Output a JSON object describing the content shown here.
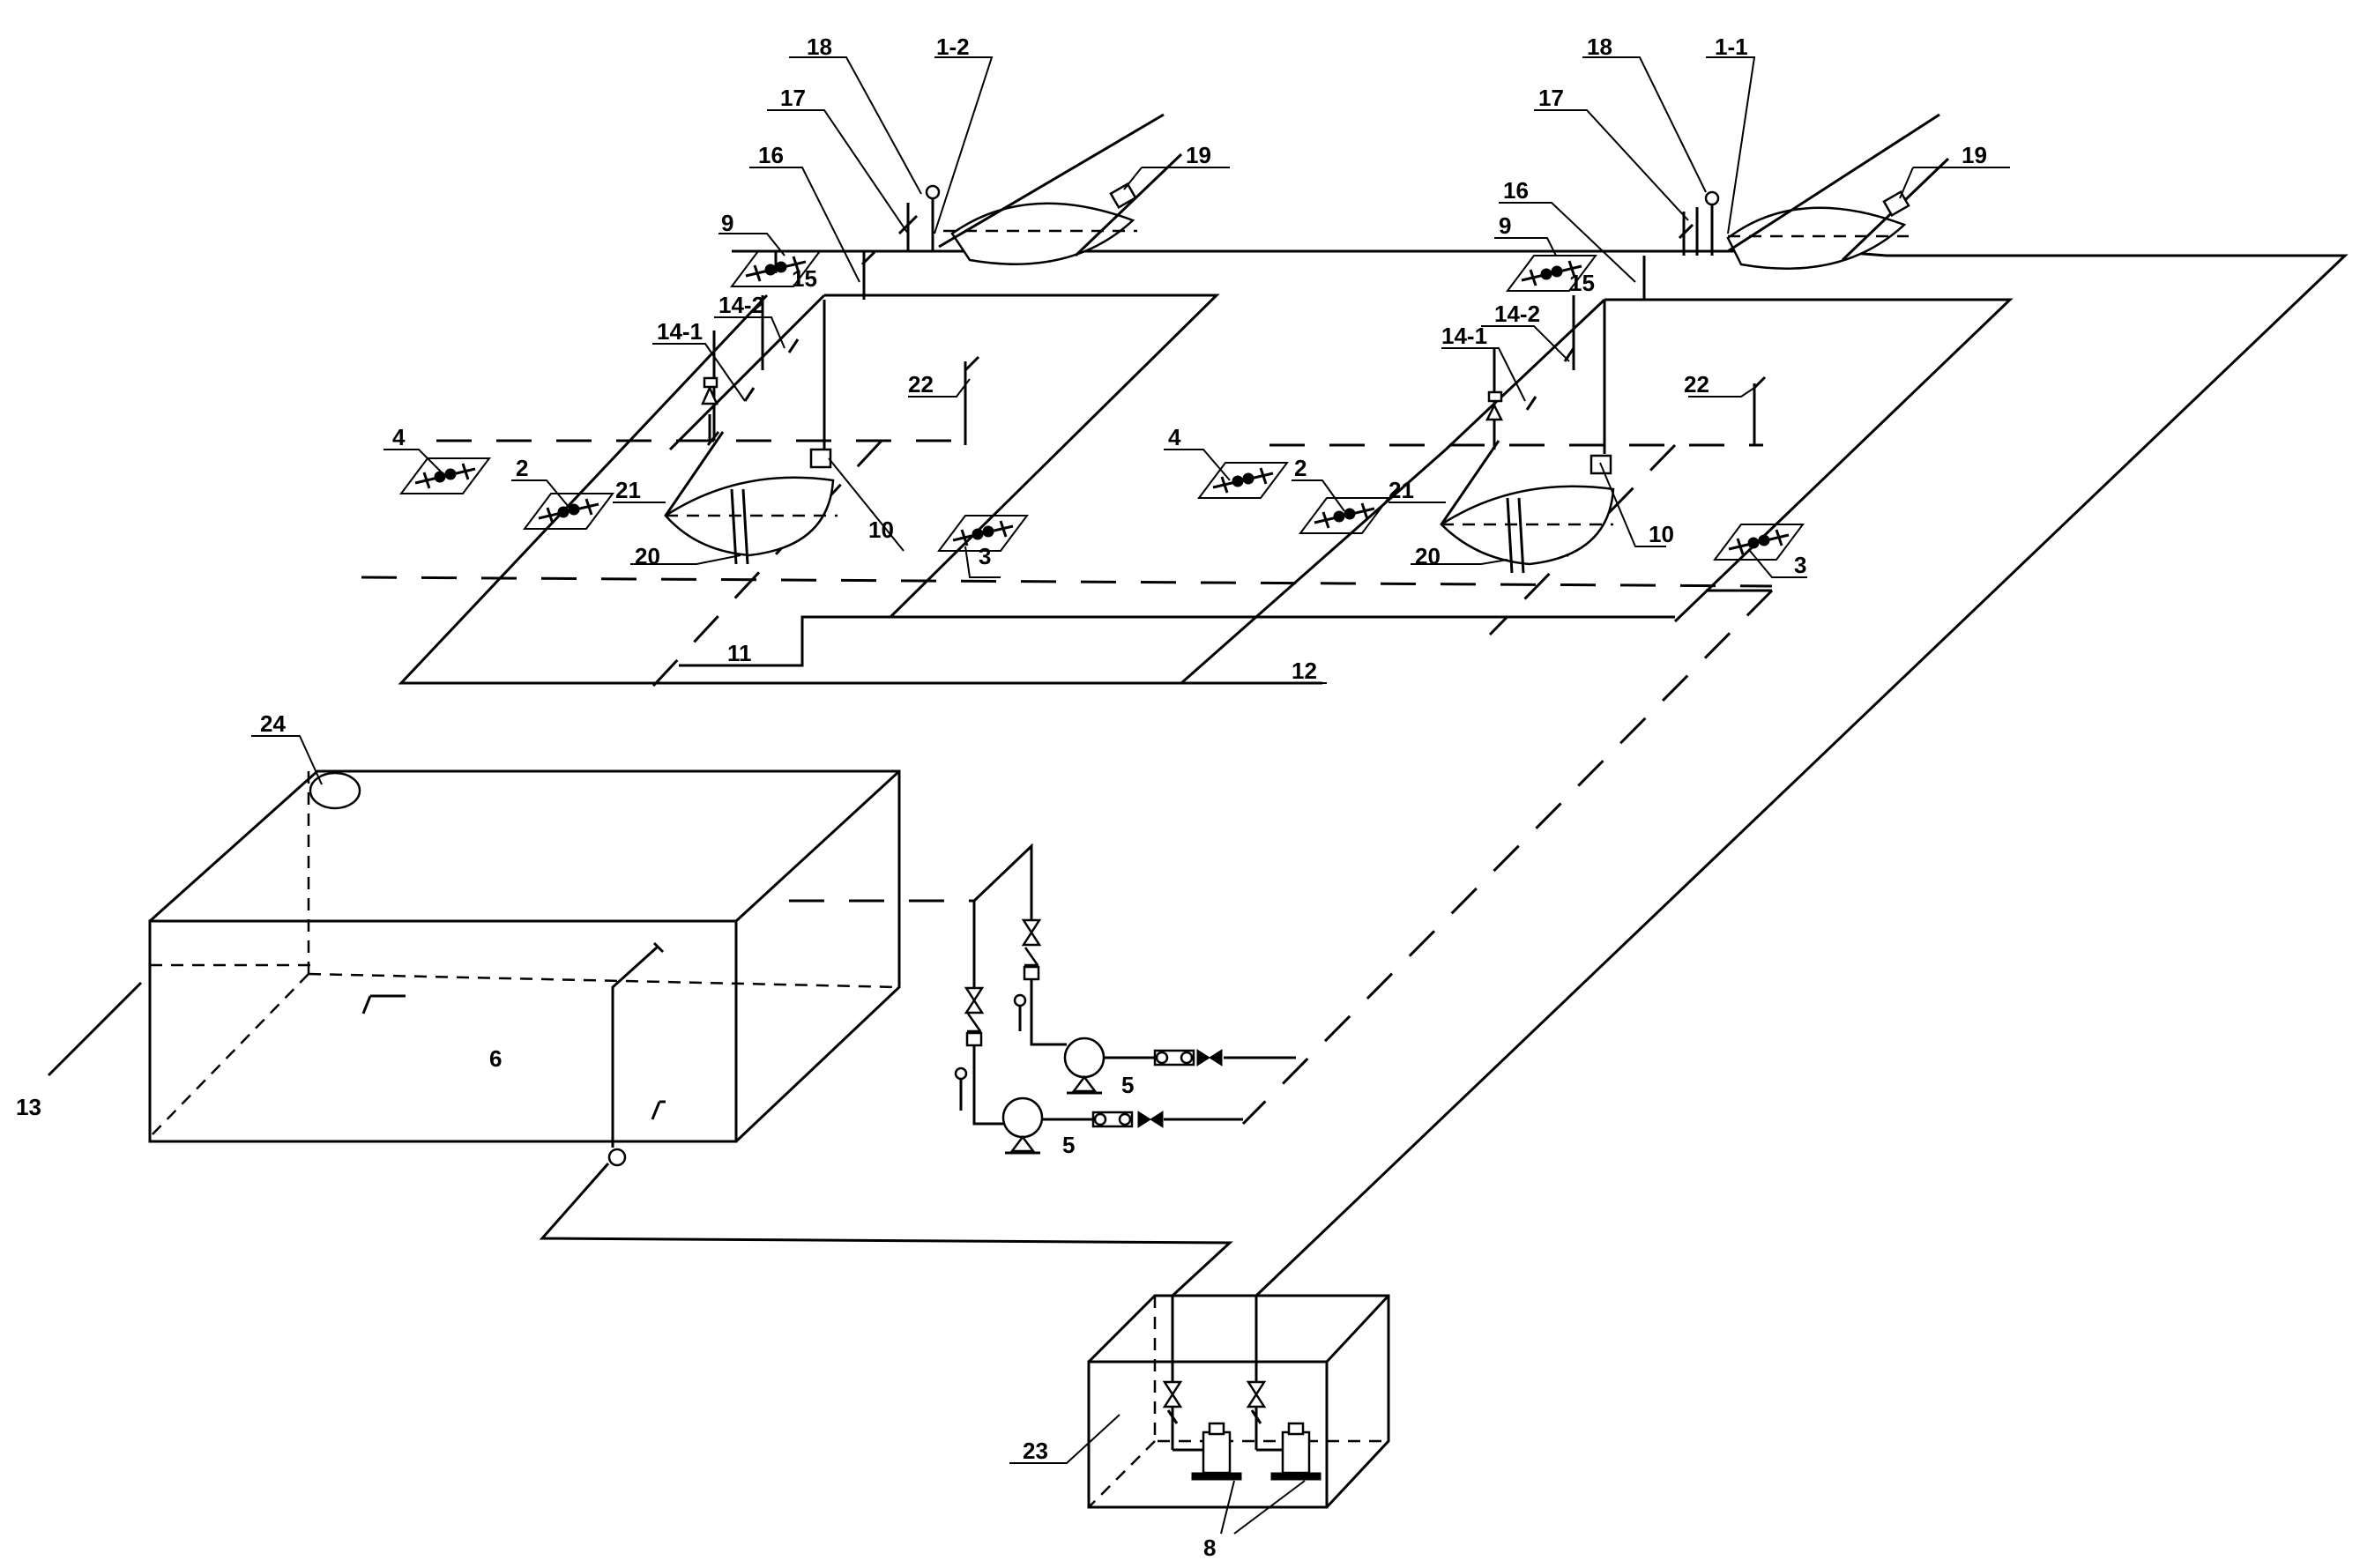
{
  "labels": {
    "l1_1": "1-1",
    "l1_2": "1-2",
    "l2": "2",
    "l3": "3",
    "l4": "4",
    "l5": "5",
    "l6": "6",
    "l8": "8",
    "l9": "9",
    "l10": "10",
    "l11": "11",
    "l12": "12",
    "l13": "13",
    "l14_1": "14-1",
    "l14_2": "14-2",
    "l15": "15",
    "l16": "16",
    "l17": "17",
    "l18": "18",
    "l19": "19",
    "l20": "20",
    "l21": "21",
    "l22": "22",
    "l23": "23",
    "l24": "24"
  }
}
